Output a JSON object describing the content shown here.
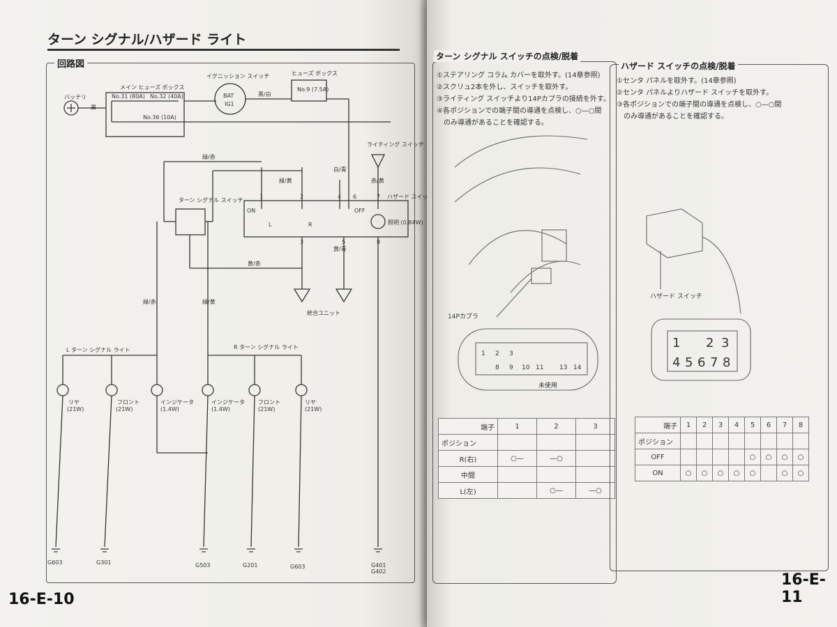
{
  "left_page": {
    "title": "ターン シグナル/ハザード ライト",
    "section_label": "回路図",
    "page_number": "16-E-10",
    "diagram": {
      "battery": "バッテリ",
      "main_fuse_box": "メイン ヒューズ ボックス",
      "fuse_31": "No.31 (80A)",
      "fuse_32": "No.32 (40A)",
      "fuse_36": "No.36 (10A)",
      "ignition_switch": "イグニッション スイッチ",
      "ig_bat": "BAT",
      "ig_ig1": "IG1",
      "fuse_box": "ヒューズ ボックス",
      "fuse_9": "No.9 (7.5A)",
      "lighting_switch": "ライティング スイッチ",
      "turn_switch": "ターン シグナル スイッチ",
      "hazard_switch": "ハザード スイッチ",
      "hazard_lamp": "照明 (0.84W)",
      "integrated_unit": "統合ユニット",
      "l_lights": "L ターン シグナル ライト",
      "r_lights": "R ターン シグナル ライト",
      "on": "ON",
      "off": "OFF",
      "pos_l": "L",
      "pos_r": "R",
      "wire_gy": "黒",
      "wire_wh_bl": "白/青",
      "wire_bk_wh": "黒/白",
      "wire_gr_wh": "緑/赤",
      "wire_gr_ye": "緑/黄",
      "wire_gr_re": "緑/赤",
      "wire_ye_re": "黄/赤",
      "wire_ye_bl": "黄/青",
      "wire_re": "赤/黄",
      "bulbs": [
        {
          "name": "リヤ",
          "watt": "(21W)"
        },
        {
          "name": "フロント",
          "watt": "(21W)"
        },
        {
          "name": "インジケータ",
          "watt": "(1.4W)"
        },
        {
          "name": "インジケータ",
          "watt": "(1.4W)"
        },
        {
          "name": "フロント",
          "watt": "(21W)"
        },
        {
          "name": "リヤ",
          "watt": "(21W)"
        }
      ],
      "grounds": [
        "G603",
        "G301",
        "G503",
        "G201",
        "G603",
        "G401",
        "G402"
      ],
      "terminals": [
        "1",
        "2",
        "3",
        "4",
        "5",
        "6",
        "7",
        "8"
      ]
    }
  },
  "right_page": {
    "page_number": "16-E-11",
    "turn_section": {
      "title": "ターン シグナル スイッチの点検/脱着",
      "steps": [
        "①ステアリング コラム カバーを取外す。(14章参照)",
        "②スクリュ2本を外し、スイッチを取外す。",
        "③ライティング スイッチより14Pカプラの接続を外す。",
        "④各ポジションでの端子間の導通を点検し、○—○間",
        "　のみ導通があることを確認する。"
      ],
      "connector_label": "14Pカプラ",
      "unused_label": "未使用",
      "connector_top": [
        "1",
        "2",
        "3",
        "",
        "",
        "",
        ""
      ],
      "connector_bottom": [
        "",
        "8",
        "9",
        "10",
        "11",
        "",
        "13",
        "14"
      ],
      "table_header_terminal": "端子",
      "table_header_position": "ポジション",
      "columns": [
        "1",
        "2",
        "3"
      ],
      "rows": [
        "R(右)",
        "中間",
        "L(左)"
      ]
    },
    "hazard_section": {
      "title": "ハザード スイッチの点検/脱着",
      "steps": [
        "①センタ パネルを取外す。(14章参照)",
        "②センタ パネルよりハザード スイッチを取外す。",
        "③各ポジションでの端子間の導通を点検し、○—○間",
        "　のみ導通があることを確認する。"
      ],
      "switch_label": "ハザード スイッチ",
      "connector_top": [
        "1",
        "",
        "2",
        "3"
      ],
      "connector_bottom": [
        "4",
        "5",
        "6",
        "7",
        "8"
      ],
      "table_header_terminal": "端子",
      "table_header_position": "ポジション",
      "columns": [
        "1",
        "2",
        "3",
        "4",
        "5",
        "6",
        "7",
        "8"
      ],
      "rows": [
        "OFF",
        "ON"
      ]
    }
  }
}
